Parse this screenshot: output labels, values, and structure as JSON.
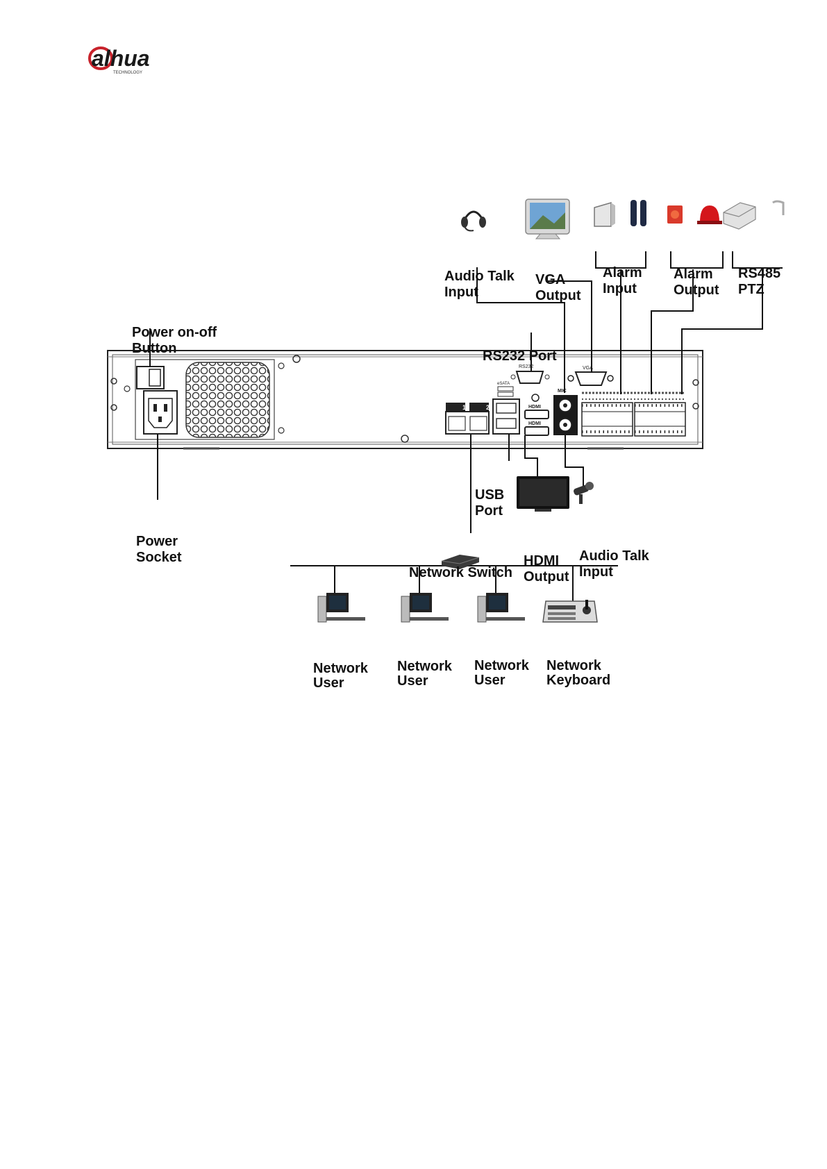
{
  "logo": {
    "brand": "alhua",
    "tagline": "TECHNOLOGY"
  },
  "rear_panel_labels": {
    "rs232": "RS232",
    "vga": "VGA",
    "esata": "eSATA",
    "hdmi_1": "HDMI",
    "hdmi_2": "HDMI",
    "lan_1": "1",
    "lan_2": "2",
    "mic": "MIC"
  },
  "labels": {
    "audio_talk_input_top": [
      "Audio Talk",
      "Input"
    ],
    "vga_output": [
      "VGA",
      "Output"
    ],
    "alarm_input": [
      "Alarm",
      "Input"
    ],
    "alarm_output": [
      "Alarm",
      "Output"
    ],
    "rs485_ptz": [
      "RS485",
      "PTZ"
    ],
    "power_button": [
      "Power on-off",
      "Button"
    ],
    "rs232_port": "RS232 Port",
    "power_socket": [
      "Power",
      "Socket"
    ],
    "usb_port": [
      "USB",
      "Port"
    ],
    "network_switch": "Network Switch",
    "hdmi_output": [
      "HDMI",
      "Output"
    ],
    "audio_talk_input_bottom": [
      "Audio Talk",
      "Input"
    ],
    "network_user_1": [
      "Network",
      "User"
    ],
    "network_user_2": [
      "Network",
      "User"
    ],
    "network_user_3": [
      "Network",
      "User"
    ],
    "network_keyboard": [
      "Network",
      "Keyboard"
    ]
  }
}
